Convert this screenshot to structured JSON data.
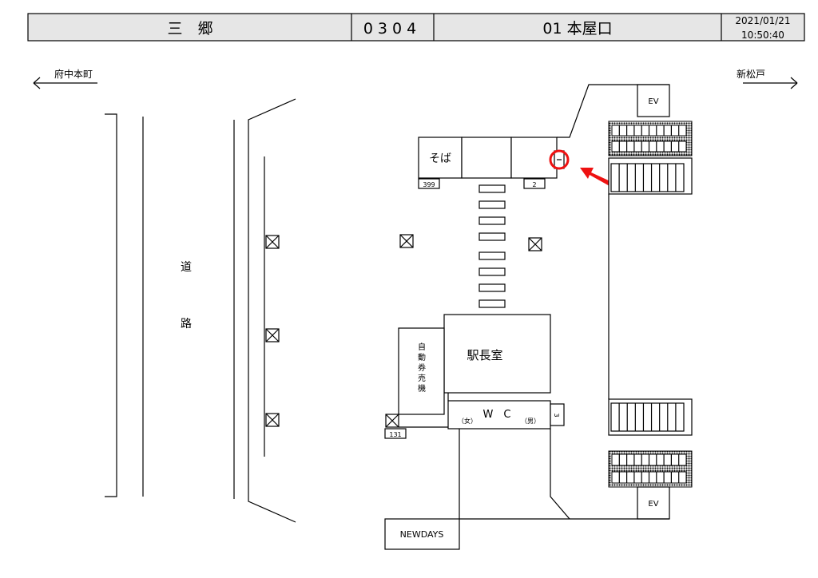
{
  "header": {
    "station_name": "三　郷",
    "code": "0304",
    "exit_name": "01 本屋口",
    "date": "2021/01/21",
    "time": "10:50:40"
  },
  "directions": {
    "left": "府中本町",
    "right": "新松戸"
  },
  "road": {
    "char1": "道",
    "char2": "路"
  },
  "rooms": {
    "soba": "そば",
    "station_master": "駅長室",
    "ticket_machine": [
      "自",
      "動",
      "券",
      "売",
      "機"
    ],
    "wc": "W　C",
    "wc_female": "（女）",
    "wc_male": "（男）",
    "newdays": "NEWDAYS",
    "ev_top": "EV",
    "ev_bottom": "EV"
  },
  "labels": {
    "box_399": "399",
    "box_2": "2",
    "box_3": "3",
    "box_131": "131"
  },
  "colors": {
    "highlight": "#ee1111",
    "header_bg": "#e6e6e6"
  }
}
